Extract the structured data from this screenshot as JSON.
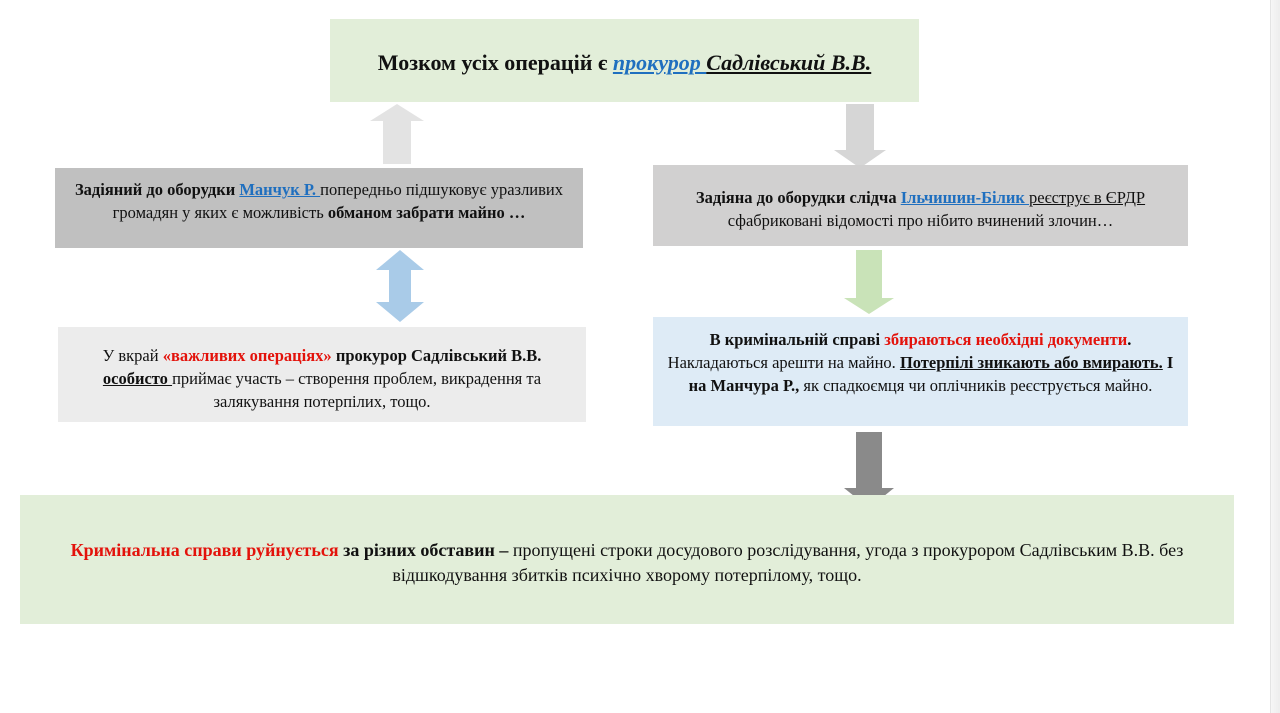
{
  "top": {
    "t1": "Мозком усіх операцій є ",
    "t2": "прокурор ",
    "t3": "Садлівський В.В."
  },
  "left1": {
    "t1": "Задіяний до оборудки ",
    "t2": "Манчук Р. ",
    "t3": "попередньо підшуковує уразливих громадян у яких є можливість ",
    "t4": "обманом забрати майно …"
  },
  "right1": {
    "t1": "Задіяна до оборудки слідча ",
    "t2": "Ільчишин-Білик ",
    "t3": "реєструє в ЄРДР",
    "t4": " сфабриковані відомості про нібито вчинений злочин…"
  },
  "left2": {
    "t1": "У вкрай ",
    "t2": "«важливих операціях»",
    "t3": " прокурор Садлівський В.В. ",
    "t4": "особисто ",
    "t5": "приймає участь – створення проблем, викрадення та залякування потерпілих, тощо."
  },
  "right2": {
    "t1": "В кримінальній справі ",
    "t2": "збираються необхідні документи",
    "t3": ".",
    "t4": " Накладаються арешти на майно. ",
    "t5": "Потерпілі зникають або вмирають.",
    "t6": " І на Манчура Р.,",
    "t7": " як спадкоємця чи оплічників реєструється майно."
  },
  "bottom": {
    "t1": "Кримінальна справи руйнується",
    "t2": " за різних обставин –",
    "t3": " пропущені строки досудового розслідування, угода з прокурором Садлівським В.В. без відшкодування збитків психічно хворому потерпілому, тощо."
  },
  "colors": {
    "green_box": "#e2eed9",
    "blue_box": "#deebf6",
    "gray_dark_box": "#c0c0c0",
    "gray_box": "#d1d0d0",
    "light_gray_box": "#ececec",
    "highlight_red": "#e3120b",
    "link_blue": "#1f6fbf",
    "arrow_blue": "#a9cbe8",
    "arrow_green": "#c9e3b8",
    "arrow_dark": "#8a8a8a",
    "arrow_light": "#e3e3e3"
  },
  "icons": [
    "arrow-up-icon",
    "arrow-down-icon",
    "double-arrow-icon"
  ]
}
